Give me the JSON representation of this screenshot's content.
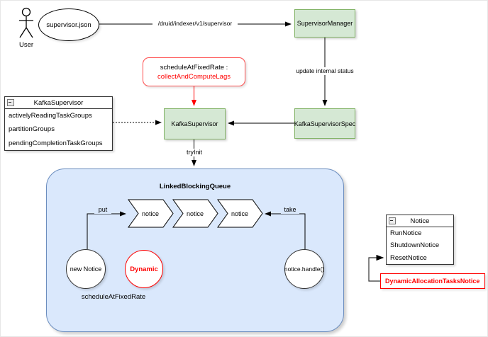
{
  "actor": {
    "label": "User"
  },
  "usecase": {
    "label": "supervisor.json"
  },
  "nodes": {
    "supervisor_manager": "SupervisorManager",
    "kafka_supervisor": "KafkaSupervisor",
    "kafka_supervisor_spec": "KafkaSupervisorSpec"
  },
  "edges": {
    "api_path": "/druid/indexer/v1/supervisor",
    "update_status": "update internal status",
    "try_init": "tryInit",
    "put": "put",
    "take": "take",
    "schedule_note": "scheduleAtFixedRate"
  },
  "schedule_box": {
    "line1": "scheduleAtFixedRate :",
    "line2": "collectAndComputeLags"
  },
  "kafka_supervisor_class": {
    "title": "KafkaSupervisor",
    "fields": [
      "activelyReadingTaskGroups",
      "partitionGroups",
      "pendingCompletionTaskGroups"
    ]
  },
  "queue": {
    "title": "LinkedBlockingQueue",
    "items": [
      "notice",
      "notice",
      "notice"
    ]
  },
  "circles": {
    "new_notice": "new Notice",
    "dynamic": "Dynamic",
    "handle": "notice.handle()"
  },
  "notice_class": {
    "title": "Notice",
    "fields": [
      "RunNotice",
      "ShutdownNotice",
      "ResetNotice"
    ]
  },
  "dynamic_notice": {
    "label": "DynamicAllocationTasksNotice"
  },
  "colors": {
    "node_fill": "#d5e8d4",
    "node_stroke": "#82b366",
    "container_fill": "#dae8fc",
    "container_stroke": "#6c8ebf",
    "highlight_red": "#ff0000"
  }
}
